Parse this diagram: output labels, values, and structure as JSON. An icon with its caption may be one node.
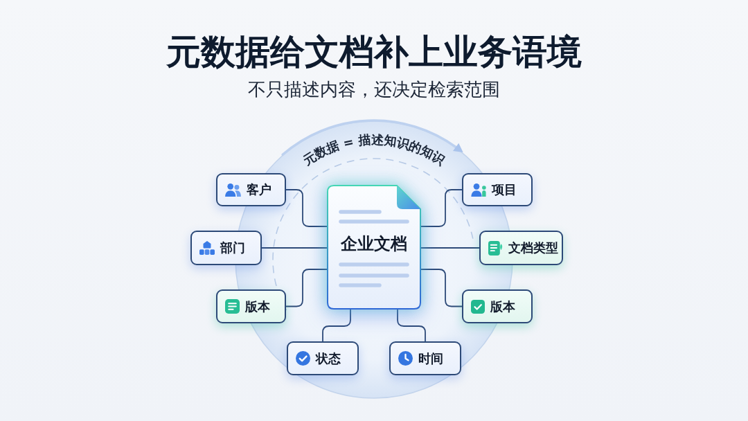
{
  "diagram": {
    "title": "元数据给文档补上业务语境",
    "nodes": [
      {
        "text": [
          "客户"
        ]
      },
      {
        "text": [
          "项目"
        ]
      },
      {
        "text": [
          "企业文档"
        ]
      },
      {
        "text": [
          "部门"
        ]
      },
      {
        "text": [
          "文档类型"
        ]
      },
      {
        "text": [
          "版本"
        ]
      },
      {
        "text": [
          "版本"
        ]
      },
      {
        "text": [
          "状态"
        ]
      },
      {
        "text": [
          "时间"
        ]
      }
    ],
    "edges": [
      {
        "from": 2,
        "to": 0,
        "arrow": "none"
      },
      {
        "from": 2,
        "to": 1,
        "arrow": "none"
      },
      {
        "from": 2,
        "to": 3,
        "arrow": "none"
      },
      {
        "from": 2,
        "to": 4,
        "arrow": "none"
      },
      {
        "from": 2,
        "to": 5,
        "arrow": "none"
      },
      {
        "from": 2,
        "to": 6,
        "arrow": "none"
      },
      {
        "from": 2,
        "to": 7,
        "arrow": "none"
      },
      {
        "from": 2,
        "to": 8,
        "arrow": "none"
      }
    ],
    "labels": [
      "不只描述内容，还决定检索范围",
      "元数据 = 描述知识的知识"
    ]
  }
}
